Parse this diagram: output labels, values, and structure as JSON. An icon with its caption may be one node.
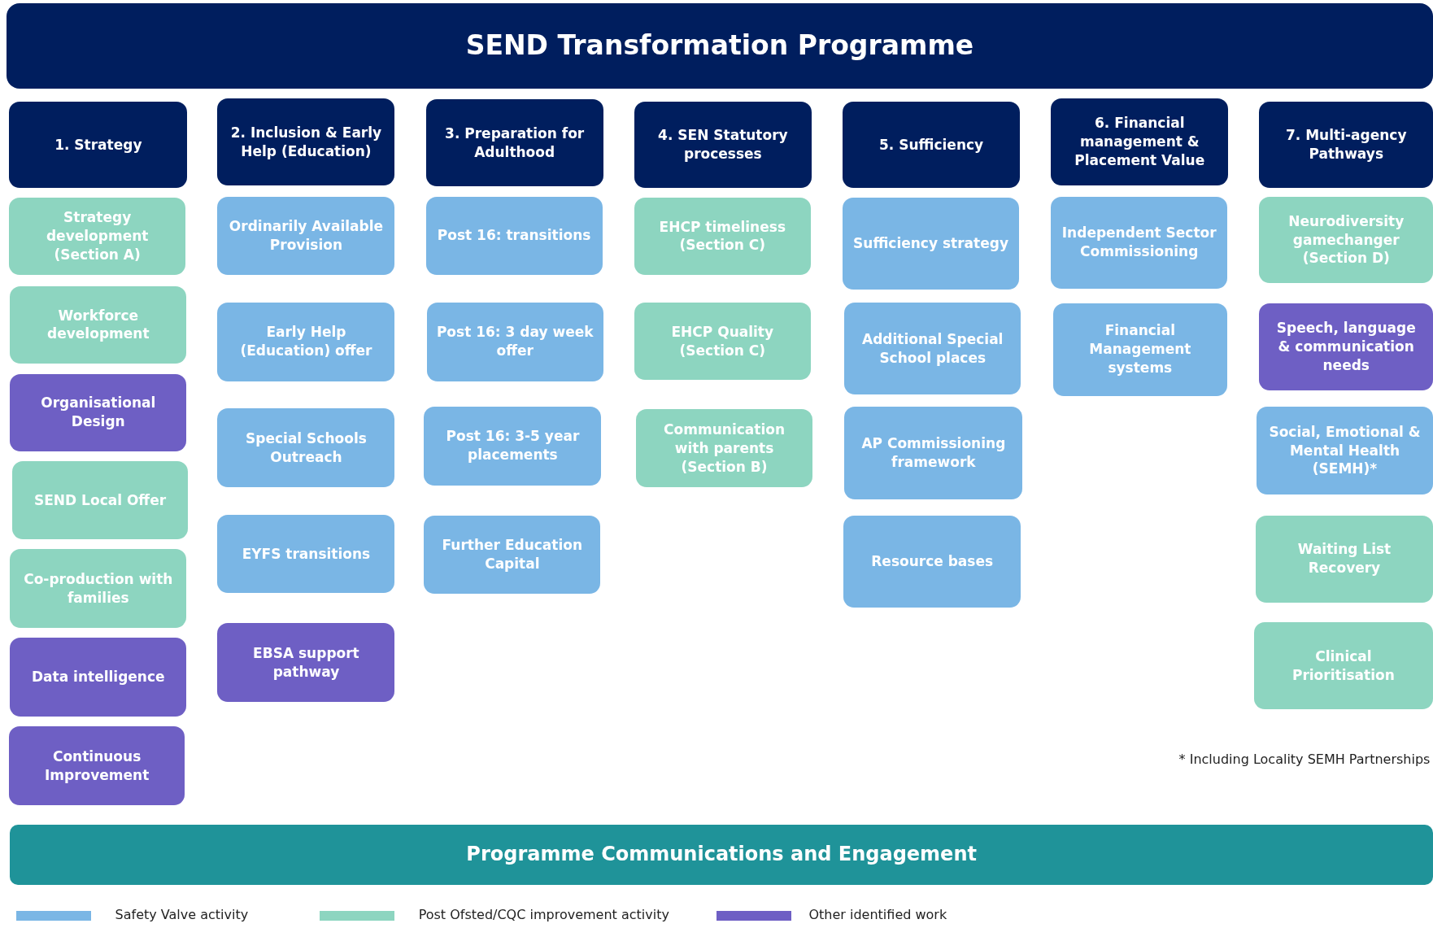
{
  "diagram": {
    "title": "SEND Transformation Programme",
    "nodes": [
      {
        "text": [
          "1. Strategy"
        ]
      },
      {
        "text": [
          "Strategy development (Section A)"
        ]
      },
      {
        "text": [
          "Workforce development"
        ]
      },
      {
        "text": [
          "Organisational Design"
        ]
      },
      {
        "text": [
          "SEND Local Offer"
        ]
      },
      {
        "text": [
          "Co-production with families"
        ]
      },
      {
        "text": [
          "Data intelligence"
        ]
      },
      {
        "text": [
          "Continuous Improvement"
        ]
      },
      {
        "text": [
          "2. Inclusion & Early Help (Education)"
        ]
      },
      {
        "text": [
          "Ordinarily Available Provision"
        ]
      },
      {
        "text": [
          "Early Help (Education) offer"
        ]
      },
      {
        "text": [
          "Special Schools Outreach"
        ]
      },
      {
        "text": [
          "EYFS transitions"
        ]
      },
      {
        "text": [
          "EBSA support pathway"
        ]
      },
      {
        "text": [
          "3. Preparation for Adulthood"
        ]
      },
      {
        "text": [
          "Post 16: transitions"
        ]
      },
      {
        "text": [
          "Post 16: 3 day week offer"
        ]
      },
      {
        "text": [
          "Post 16: 3-5 year placements"
        ]
      },
      {
        "text": [
          "Further Education Capital"
        ]
      },
      {
        "text": [
          "4. SEN Statutory processes"
        ]
      },
      {
        "text": [
          "EHCP timeliness (Section C)"
        ]
      },
      {
        "text": [
          "EHCP Quality (Section C)"
        ]
      },
      {
        "text": [
          "Communication with parents (Section B)"
        ]
      },
      {
        "text": [
          "5. Sufficiency"
        ]
      },
      {
        "text": [
          "Sufficiency strategy"
        ]
      },
      {
        "text": [
          "Additional Special School places"
        ]
      },
      {
        "text": [
          "AP Commissioning framework"
        ]
      },
      {
        "text": [
          "Resource bases"
        ]
      },
      {
        "text": [
          "6. Financial management & Placement Value"
        ]
      },
      {
        "text": [
          "Independent Sector Commissioning"
        ]
      },
      {
        "text": [
          "Financial Management systems"
        ]
      },
      {
        "text": [
          "7. Multi-agency Pathways"
        ]
      },
      {
        "text": [
          "Neurodiversity gamechanger (Section D)"
        ]
      },
      {
        "text": [
          "Speech, language & communication needs"
        ]
      },
      {
        "text": [
          "Social, Emotional & Mental Health (SEMH)*"
        ]
      },
      {
        "text": [
          "Waiting List Recovery"
        ]
      },
      {
        "text": [
          "Clinical Prioritisation"
        ]
      },
      {
        "text": [
          "Programme Communications and Engagement"
        ]
      }
    ],
    "edges": [],
    "labels": [
      "* Including Locality SEMH Partnerships"
    ],
    "legend": [
      {
        "text": "Safety Valve activity",
        "color": "#7ab6e5"
      },
      {
        "text": "Post Ofsted/CQC improvement activity",
        "color": "#8dd5c0"
      },
      {
        "text": "Other identified work",
        "color": "#6e5fc4"
      }
    ]
  }
}
